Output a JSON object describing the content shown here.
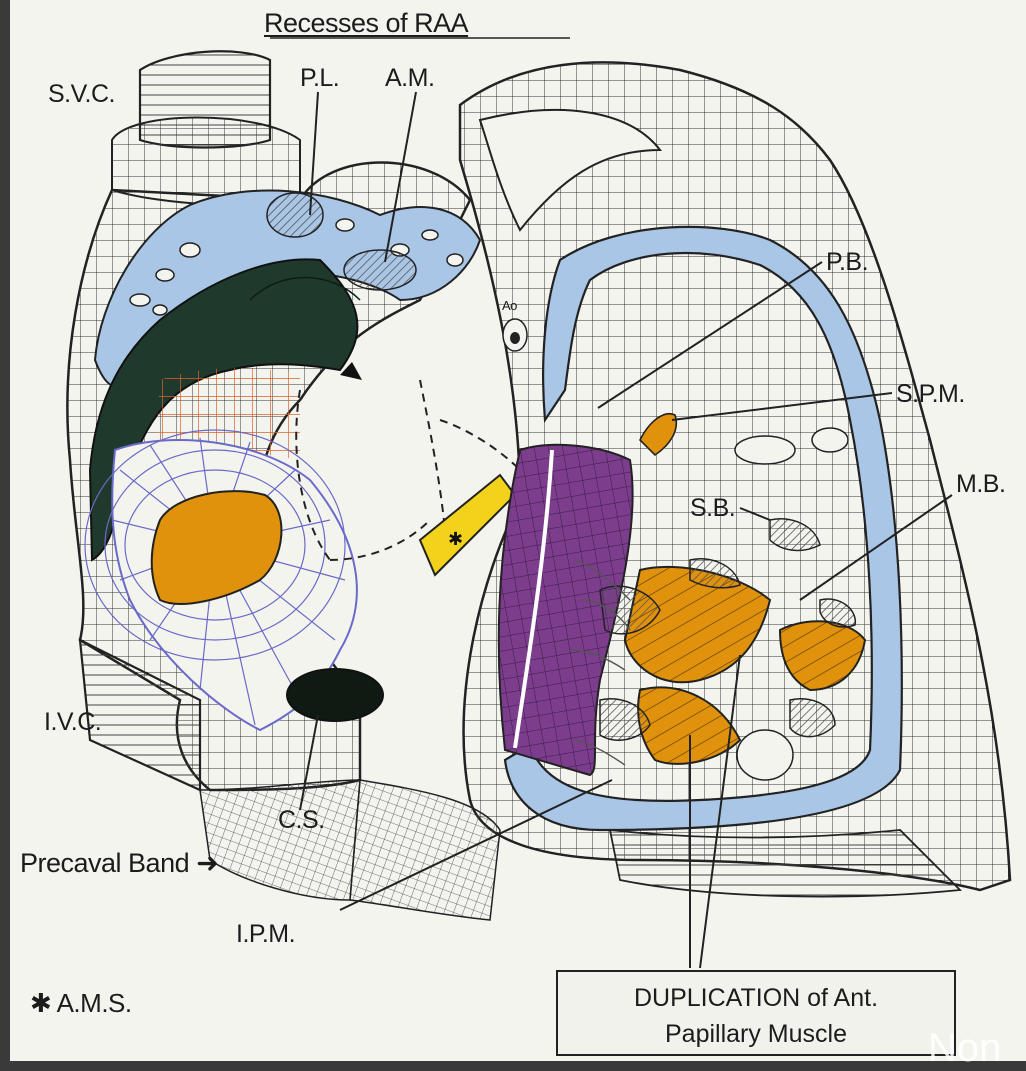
{
  "title": "Recesses of RAA",
  "labels": {
    "svc": "S.V.C.",
    "pl": "P.L.",
    "am": "A.M.",
    "ao": "Ao",
    "pb": "P.B.",
    "spm": "S.P.M.",
    "mb": "M.B.",
    "sb": "S.B.",
    "ivc": "I.V.C.",
    "cs": "C.S.",
    "ipm": "I.P.M.",
    "precaval": "Precaval Band",
    "ams": "A.M.S."
  },
  "duplication_box": {
    "line1": "DUPLICATION of Ant.",
    "line2": "Papillary Muscle"
  },
  "watermark": "Non",
  "colors": {
    "paper": "#f4f4ef",
    "ink": "#222222",
    "light_blue": "#a9c6e6",
    "dark_green": "#1f3a2c",
    "orange": "#e0920c",
    "yellow": "#f2d21a",
    "purple": "#7b3d8c",
    "red_grid": "#d9642a",
    "blue_grid": "#6a6ac8",
    "gray_hatch": "#8a8a8a"
  }
}
